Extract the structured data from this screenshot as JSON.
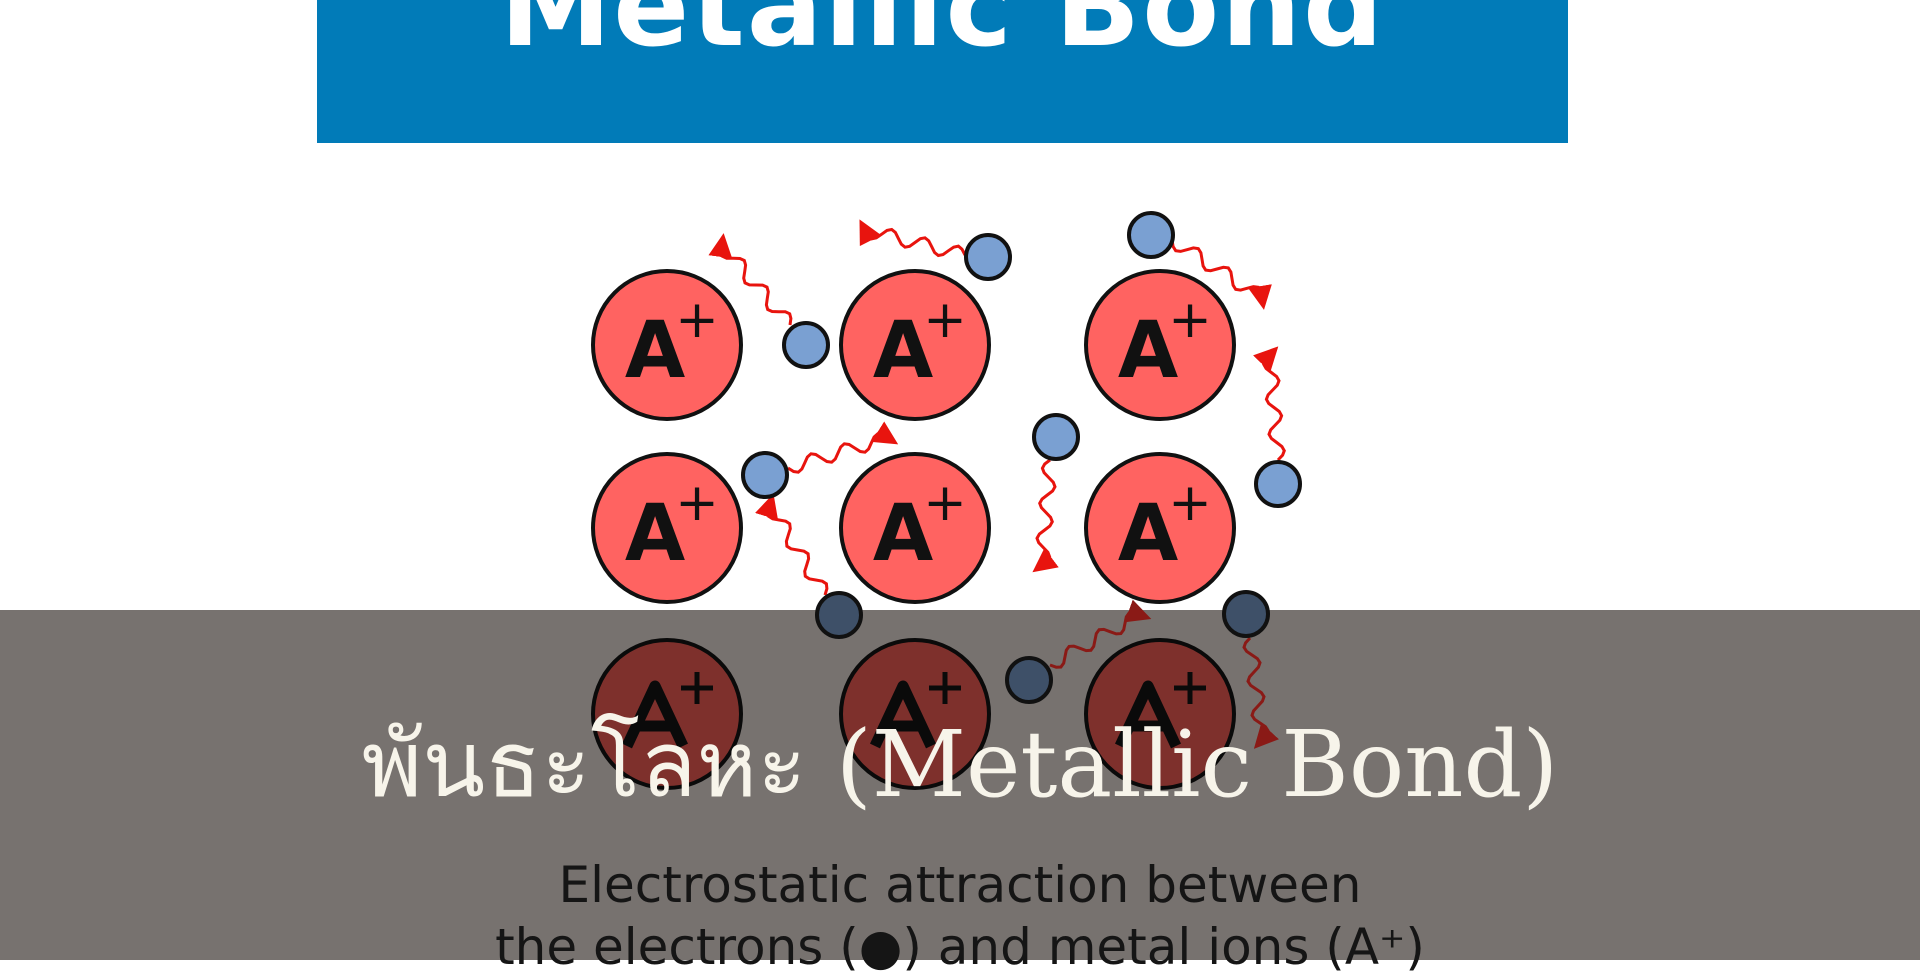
{
  "banner": {
    "title": "Metallic Bond",
    "color": "#017bb8"
  },
  "diagram": {
    "ion_label": "A",
    "ion_charge": "+",
    "ion_color": "#ff6361",
    "electron_color": "#7aa0d2",
    "arrow_color": "#e8140e"
  },
  "caption": {
    "line1": "Electrostatic attraction between",
    "line2": "the electrons (●) and metal ions (A⁺)"
  },
  "overlay": {
    "title": "พันธะโลหะ (Metallic Bond)"
  }
}
